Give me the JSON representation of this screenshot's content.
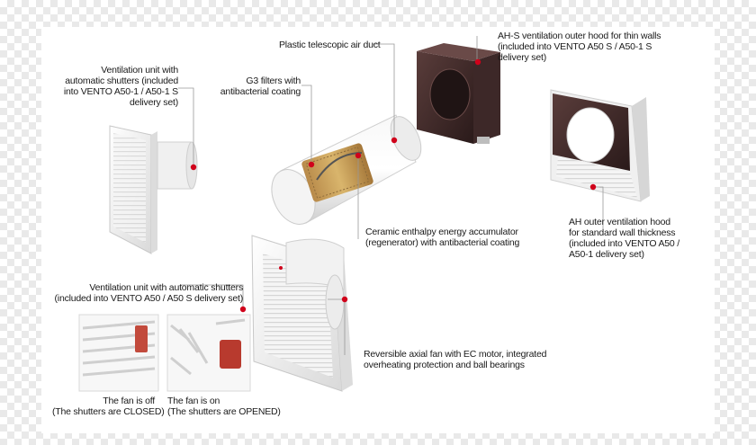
{
  "accent_color": "#d0021b",
  "labels": {
    "outer_hood_thin": [
      "AH-S ventilation outer hood for thin walls",
      "(included into  VENTO A50 S / A50-1 S",
      "delivery set)"
    ],
    "air_duct": [
      "Plastic telescopic air duct"
    ],
    "vent_unit_shutters_top": [
      "Ventilation unit with",
      "automatic shutters (included",
      "into VENTO A50-1 / A50-1 S",
      "delivery set)"
    ],
    "g3_filters": [
      "G3 filters with",
      "antibacterial coating"
    ],
    "outer_hood_standard": [
      "AH outer ventilation  hood",
      "for standard wall thickness",
      "(included into  VENTO A50 /",
      "A50-1 delivery set)"
    ],
    "ceramic_accumulator": [
      "Ceramic enthalpy energy accumulator",
      "(regenerator) with antibacterial coating"
    ],
    "vent_unit_shutters_bottom": [
      "Ventilation unit with automatic shutters",
      "(included into VENTO A50 / A50 S delivery set)"
    ],
    "axial_fan": [
      "Reversible axial fan with EC motor, integrated",
      "overheating protection and ball bearings"
    ],
    "fan_off": [
      "The fan is off",
      "(The shutters are CLOSED)"
    ],
    "fan_on": [
      "The fan is on",
      "(The shutters are OPENED)"
    ]
  }
}
